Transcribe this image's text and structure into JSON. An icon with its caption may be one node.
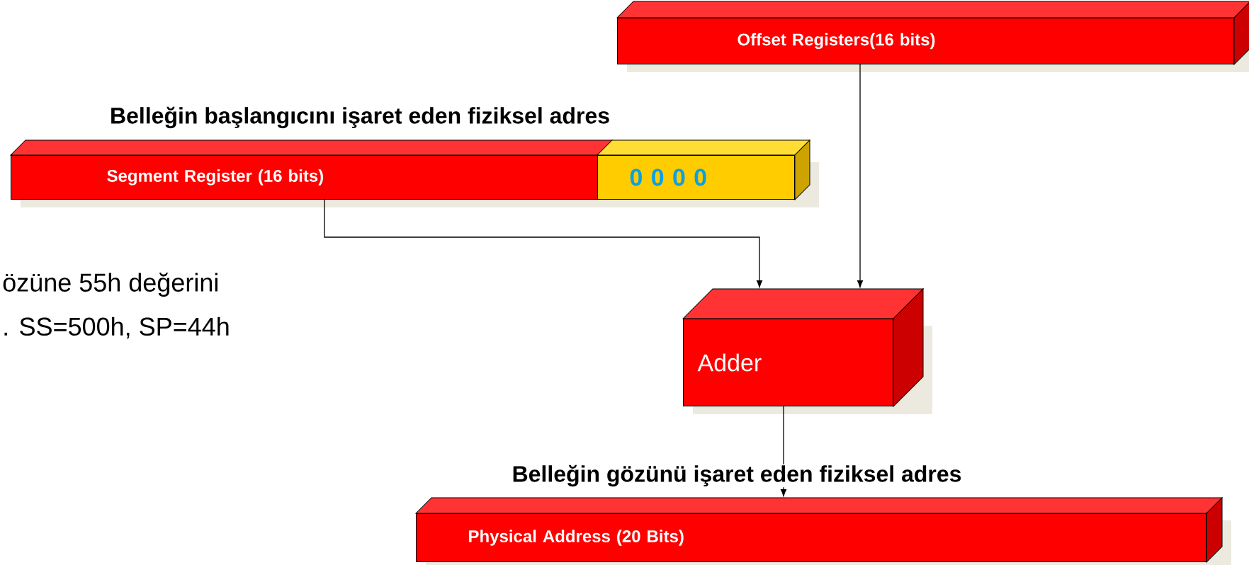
{
  "diagram": {
    "nodes": [
      {
        "text": [
          "Offset Registers(16 bits)"
        ]
      },
      {
        "text": [
          "Segment Register (16 bits)"
        ]
      },
      {
        "text": [
          "0 0 0 0"
        ]
      },
      {
        "text": [
          "Adder"
        ]
      },
      {
        "text": [
          "Physical Address (20 Bits)"
        ]
      }
    ],
    "edges": [
      {
        "from": 1,
        "to": 3,
        "arrow": "to"
      },
      {
        "from": 0,
        "to": 3,
        "arrow": "to"
      },
      {
        "from": 3,
        "to": 4,
        "arrow": "to"
      }
    ],
    "labels": [
      "Belleğin başlangıcını işaret eden fiziksel adres",
      "özüne  55h değerini",
      ". SS=500h, SP=44h",
      "Belleğin gözünü işaret eden fiziksel adres"
    ]
  }
}
